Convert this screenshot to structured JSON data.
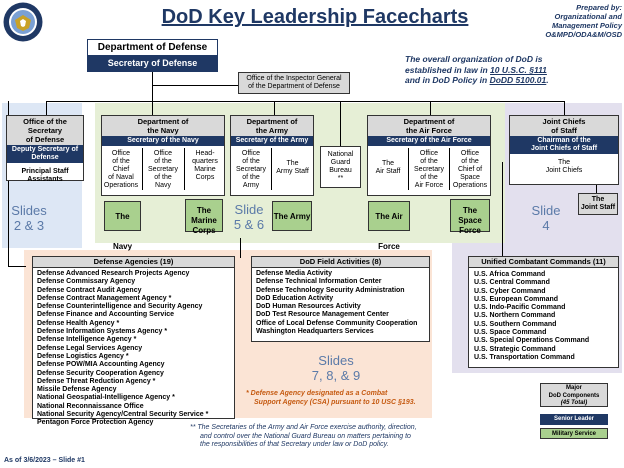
{
  "header": {
    "title": "DoD Key Leadership Facecharts",
    "prepared_by": [
      "Prepared by:",
      "Organizational and",
      "Management Policy",
      "O&MPD/ODA&M/OSD"
    ]
  },
  "note_top": {
    "line1": "The overall organization of DoD is",
    "line2": "established in law in",
    "link1": "10 U.S.C. §111",
    "line3": "and in DoD Policy in",
    "link2": "DoDD 5100.01",
    "end": "."
  },
  "dod": {
    "title": "Department of Defense",
    "leader": "Secretary of Defense"
  },
  "oig": {
    "line1": "Office of the Inspector General",
    "line2": "of the Department of Defense"
  },
  "osd": {
    "title_l1": "Office of the Secretary",
    "title_l2": "of Defense",
    "deputy_l1": "Deputy Secretary of",
    "deputy_l2": "Defense",
    "sub_l1": "Principal Staff",
    "sub_l2": "Assistants"
  },
  "navy": {
    "title_l1": "Department of",
    "title_l2": "the Navy",
    "leader": "Secretary of the Navy",
    "sub": [
      [
        "Office",
        "of the",
        "Chief",
        "of Naval",
        "Operations"
      ],
      [
        "Office",
        "of the",
        "Secretary",
        "of the",
        "Navy"
      ],
      [
        "Head-",
        "quarters",
        "Marine",
        "Corps"
      ]
    ],
    "services": [
      "The Navy",
      "The Marine Corps"
    ]
  },
  "army": {
    "title_l1": "Department of",
    "title_l2": "the Army",
    "leader": "Secretary of the Army",
    "sub": [
      [
        "Office",
        "of the",
        "Secretary",
        "of the",
        "Army"
      ],
      [
        "The",
        "Army Staff"
      ]
    ],
    "service": "The Army"
  },
  "ngb": {
    "lines": [
      "National",
      "Guard",
      "Bureau",
      "**"
    ]
  },
  "af": {
    "title_l1": "Department of",
    "title_l2": "the Air Force",
    "leader": "Secretary of the Air Force",
    "sub": [
      [
        "The",
        "Air Staff"
      ],
      [
        "Office",
        "of the",
        "Secretary",
        "of the",
        "Air Force"
      ],
      [
        "Office",
        "of the",
        "Chief of",
        "Space",
        "Operations"
      ]
    ],
    "services": [
      "The Air Force",
      "The Space Force"
    ]
  },
  "jcs": {
    "title_l1": "Joint Chiefs",
    "title_l2": "of Staff",
    "leader_l1": "Chairman of the",
    "leader_l2": "Joint Chiefs of Staff",
    "sub_l1": "The",
    "sub_l2": "Joint Chiefs",
    "staff_l1": "The",
    "staff_l2": "Joint Staff"
  },
  "slides": {
    "s1": "Slides",
    "s1b": "2 & 3",
    "s2": "Slide",
    "s2b": "5 & 6",
    "s3": "Slide",
    "s3b": "4",
    "s4": "Slides",
    "s4b": "7, 8, & 9"
  },
  "agencies": {
    "header": "Defense Agencies (19)",
    "items": [
      "Defense Advanced Research Projects Agency",
      "Defense Commissary Agency",
      "Defense Contract Audit Agency",
      "Defense Contract Management Agency *",
      "Defense Counterintelligence and Security Agency",
      "Defense Finance and Accounting Service",
      "Defense Health Agency *",
      "Defense Information Systems Agency *",
      "Defense Intelligence Agency *",
      "Defense Legal Services Agency",
      "Defense Logistics Agency *",
      "Defense POW/MIA Accounting Agency",
      "Defense Security Cooperation Agency",
      "Defense Threat Reduction Agency *",
      "Missile Defense Agency",
      "National Geospatial-Intelligence Agency *",
      "National Reconnaissance Office",
      "National Security Agency/Central Security Service *",
      "Pentagon Force Protection Agency"
    ]
  },
  "field": {
    "header": "DoD Field Activities (8)",
    "items": [
      "Defense Media Activity",
      "Defense Technical Information Center",
      "Defense Technology Security Administration",
      "DoD Education Activity",
      "DoD Human Resources Activity",
      "DoD Test Resource Management Center",
      "Office of Local Defense Community Cooperation",
      "Washington Headquarters Services"
    ]
  },
  "csa_note": {
    "l1": "*  Defense Agency designated as a Combat",
    "l2": "Support Agency (CSA) pursuant to 10 USC §193."
  },
  "ucc": {
    "header": "Unified Combatant Commands (11)",
    "items": [
      "U.S. Africa Command",
      "U.S. Central Command",
      "U.S. Cyber Command",
      "U.S. European Command",
      "U.S. Indo-Pacific Command",
      "U.S. Northern Command",
      "U.S. Southern Command",
      "U.S. Space Command",
      "U.S. Special Operations Command",
      "U.S. Strategic Command",
      "U.S. Transportation Command"
    ]
  },
  "legend": {
    "major_l1": "Major",
    "major_l2": "DoD Components",
    "major_l3": "(45 Total)",
    "senior": "Senior Leader",
    "military": "Military Service"
  },
  "footnote": {
    "l1": "** The Secretaries of the Army and Air Force exercise authority, direction,",
    "l2": "and control over the National Guard Bureau on matters pertaining to",
    "l3": "the responsibilities of that Secretary under law or DoD policy."
  },
  "footer": "As of 3/6/2023 – Slide #1",
  "colors": {
    "navy": "#1f3864",
    "green": "#a9d08e",
    "blue_panel": "#dde7f5",
    "green_panel": "#e6efd6",
    "purple_panel": "#e3e0ee",
    "peach_panel": "#fbe4d5",
    "slide_text": "#5b7aa8",
    "title": "#1f3864"
  }
}
